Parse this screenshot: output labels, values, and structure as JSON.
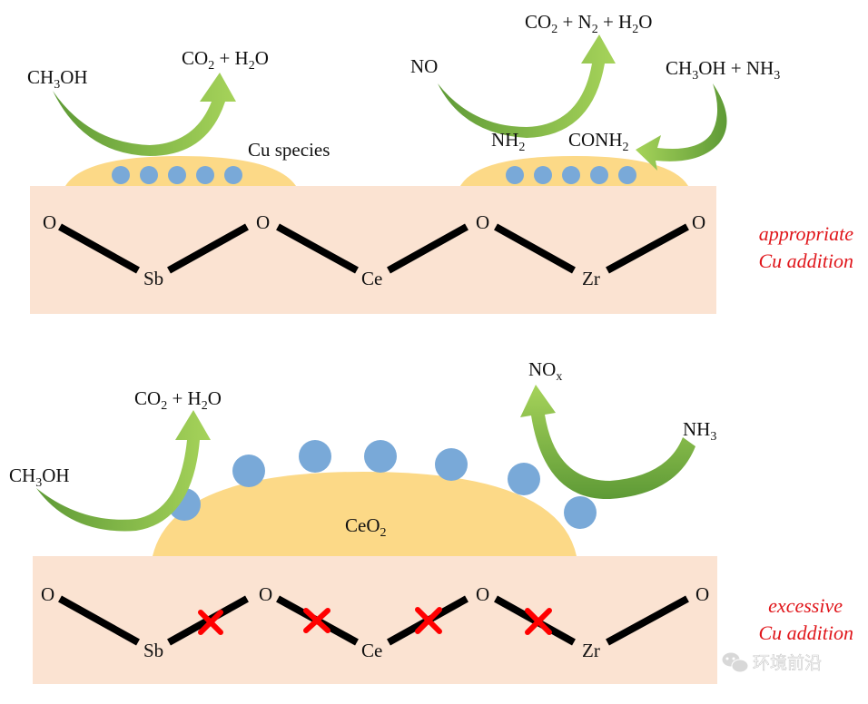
{
  "top": {
    "lattice": {
      "o1": "O",
      "sb": "Sb",
      "o2": "O",
      "ce": "Ce",
      "o3": "O",
      "zr": "Zr",
      "o4": "O"
    },
    "left_reaction": {
      "reactant": "CH",
      "reactant_sub": "3",
      "reactant_tail": "OH",
      "product_a": "CO",
      "product_a_sub": "2",
      "product_plus": " + H",
      "product_b_sub": "2",
      "product_tail": "O"
    },
    "cu_label": "Cu species",
    "right_reaction": {
      "no": "NO",
      "prod_1": "CO",
      "prod_1_sub": "2",
      "prod_2": " + N",
      "prod_2_sub": "2",
      "prod_3": " + H",
      "prod_3_sub": "2",
      "prod_4": "O",
      "reac_1": "CH",
      "reac_1_sub": "3",
      "reac_2": "OH + NH",
      "reac_2_sub": "3",
      "nh2": "NH",
      "nh2_sub": "2",
      "conh2": "CONH",
      "conh2_sub": "2"
    },
    "side_label": [
      "appropriate",
      "Cu addition"
    ]
  },
  "bottom": {
    "lattice": {
      "o1": "O",
      "sb": "Sb",
      "o2": "O",
      "ce": "Ce",
      "o3": "O",
      "zr": "Zr",
      "o4": "O"
    },
    "left_reaction": {
      "reactant": "CH",
      "reactant_sub": "3",
      "reactant_tail": "OH",
      "product_a": "CO",
      "product_a_sub": "2",
      "product_plus": " + H",
      "product_b_sub": "2",
      "product_tail": "O"
    },
    "ceo2": "CeO",
    "ceo2_sub": "2",
    "right_reaction": {
      "nox": "NO",
      "nox_sub": "x",
      "nh3": "NH",
      "nh3_sub": "3"
    },
    "side_label": [
      "excessive",
      "Cu addition"
    ]
  },
  "watermark": "环境前沿",
  "colors": {
    "substrate": "#fbe3d2",
    "cu_layer": "#fcd987",
    "cu_particle": "#79a9d8",
    "arrow_dark": "#5e9a36",
    "arrow_light": "#a6d35a",
    "bond": "#000000",
    "broken_mark": "#ff0000",
    "side_label": "#e0161b"
  },
  "icons": {
    "watermark": "wechat-icon"
  }
}
